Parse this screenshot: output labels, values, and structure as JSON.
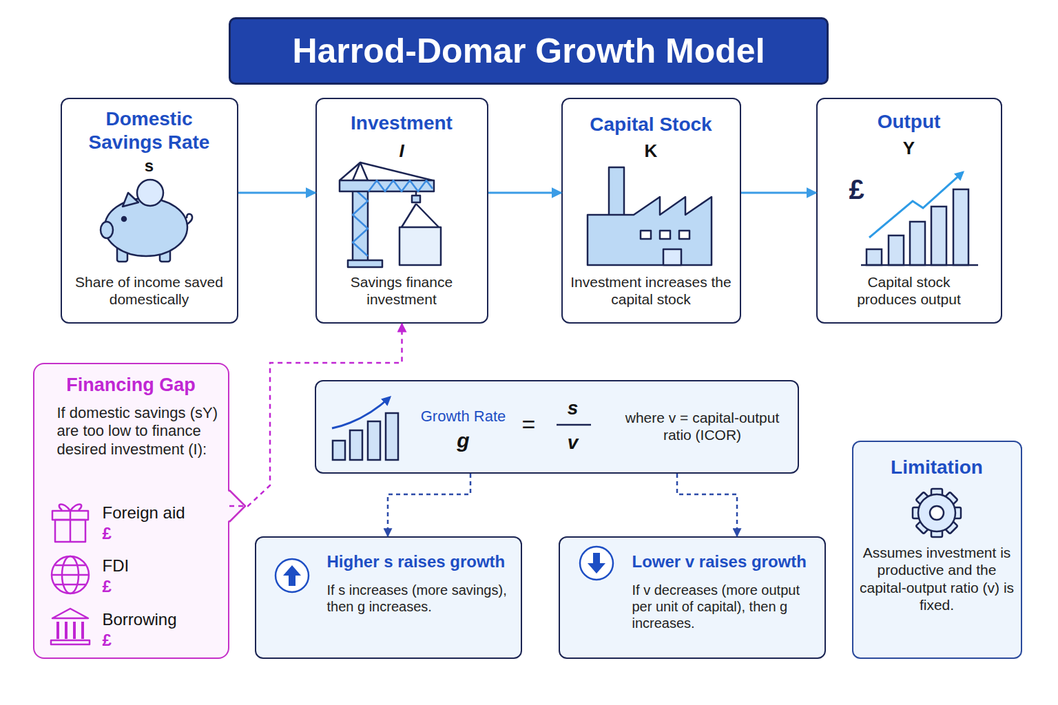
{
  "diagram": {
    "title": "Harrod-Domar Growth Model",
    "nodes": [
      {
        "text": [
          "Domestic Savings Rate",
          "s",
          "£",
          "Share of income saved domestically"
        ]
      },
      {
        "text": [
          "Investment",
          "I",
          "£",
          "Savings finance investment"
        ]
      },
      {
        "text": [
          "Capital Stock",
          "K",
          "£",
          "Investment increases the capital stock"
        ]
      },
      {
        "text": [
          "Output",
          "Y",
          "£",
          "Capital stock produces output"
        ]
      },
      {
        "text": [
          "Financing Gap",
          "If domestic savings (sY) are too low to finance desired investment (I):",
          "Foreign aid",
          "£",
          "FDI",
          "£",
          "Borrowing",
          "£"
        ]
      },
      {
        "text": [
          "Growth Rate",
          "g",
          "=",
          "s",
          "v",
          "where v = capital-output ratio (ICOR)"
        ]
      },
      {
        "text": [
          "Higher s raises growth",
          "If s increases (more savings), then g increases."
        ]
      },
      {
        "text": [
          "Lower v raises growth",
          "If v decreases (more output per unit of capital), then g increases."
        ]
      },
      {
        "text": [
          "Limitation",
          "Assumes investment is productive and the capital-output ratio (v) is fixed."
        ]
      }
    ],
    "edges": [
      {
        "from": 0,
        "to": 1,
        "arrow": "to"
      },
      {
        "from": 1,
        "to": 2,
        "arrow": "to"
      },
      {
        "from": 2,
        "to": 3,
        "arrow": "to"
      },
      {
        "from": 4,
        "to": 1,
        "arrow": "to"
      },
      {
        "from": 5,
        "to": 6,
        "arrow": "to"
      },
      {
        "from": 5,
        "to": 7,
        "arrow": "to"
      }
    ]
  }
}
